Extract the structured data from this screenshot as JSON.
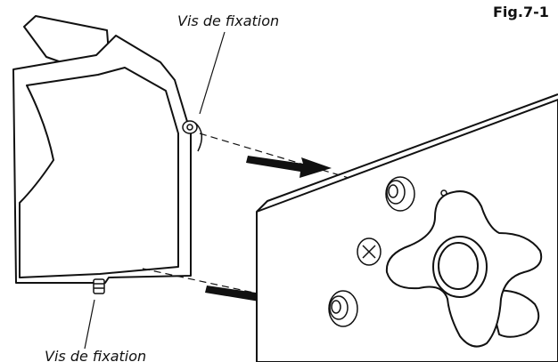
{
  "figure": {
    "label": "Fig.7-1"
  },
  "callouts": {
    "top_screw": "Vis de fixation",
    "bottom_screw": "Vis de fixation"
  }
}
